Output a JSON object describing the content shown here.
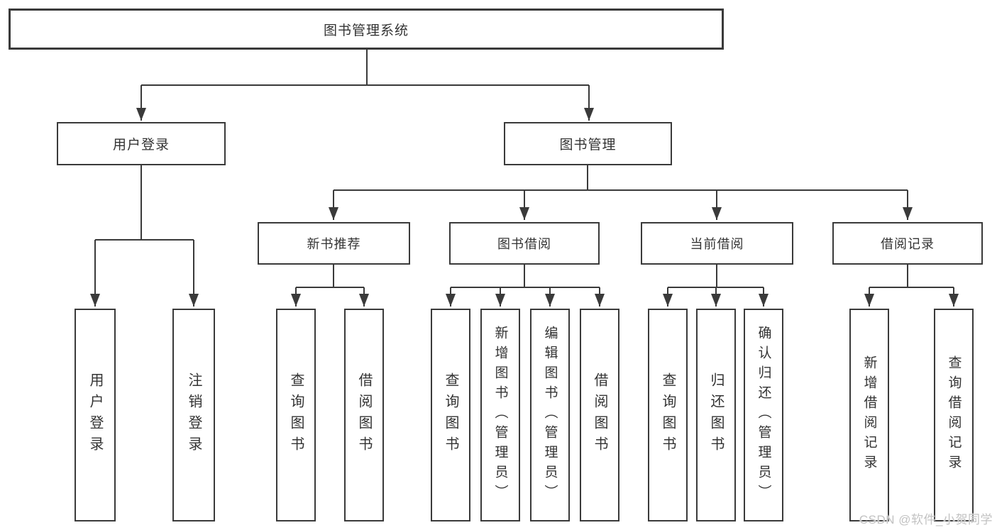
{
  "tree": {
    "root": "图书管理系统",
    "branches": [
      {
        "label": "用户登录",
        "leaves": [
          "用户登录",
          "注销登录"
        ]
      },
      {
        "label": "图书管理",
        "children": [
          {
            "label": "新书推荐",
            "leaves": [
              "查询图书",
              "借阅图书"
            ]
          },
          {
            "label": "图书借阅",
            "leaves": [
              "查询图书",
              "新增图书（管理员）",
              "编辑图书（管理员）",
              "借阅图书"
            ]
          },
          {
            "label": "当前借阅",
            "leaves": [
              "查询图书",
              "归还图书",
              "确认归还（管理员）"
            ]
          },
          {
            "label": "借阅记录",
            "leaves": [
              "新增借阅记录",
              "查询借阅记录"
            ]
          }
        ]
      }
    ]
  },
  "watermark": "CSDN @软件_小贺同学",
  "colors": {
    "line": "#3a3a3a",
    "text": "#333333",
    "background": "#ffffff",
    "watermark": "#c2c2c2"
  }
}
